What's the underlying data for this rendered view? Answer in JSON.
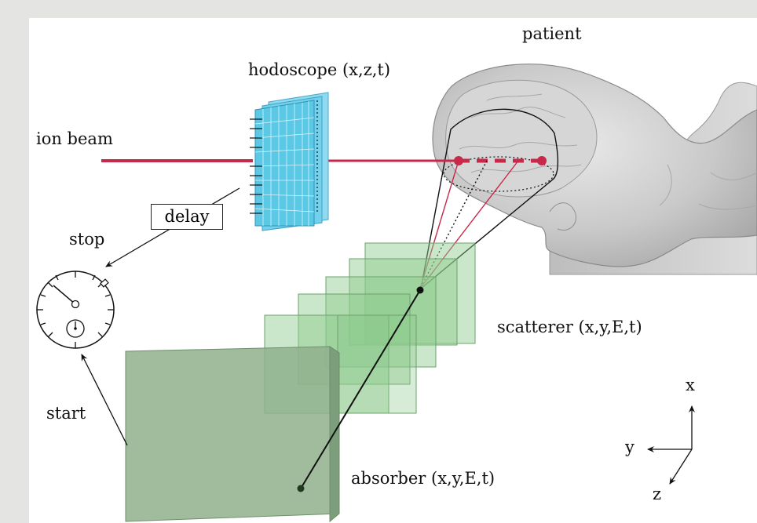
{
  "labels": {
    "patient": "patient",
    "hodoscope": "hodoscope (x,z,t)",
    "ion_beam": "ion beam",
    "delay": "delay",
    "stop": "stop",
    "start": "start",
    "scatterer": "scatterer (x,y,E,t)",
    "absorber": "absorber (x,y,E,t)"
  },
  "axes": {
    "x": "x",
    "y": "y",
    "z": "z"
  },
  "colors": {
    "background": "#e4e4e2",
    "panel": "#ffffff",
    "beam": "#c8284a",
    "hodoscope": "#5bc8e6",
    "scatterer": "#8cc98c",
    "absorber": "#8fb08c",
    "head": "#c8c8c8",
    "ink": "#111111"
  },
  "icons": {
    "timer": "stopwatch-icon"
  }
}
